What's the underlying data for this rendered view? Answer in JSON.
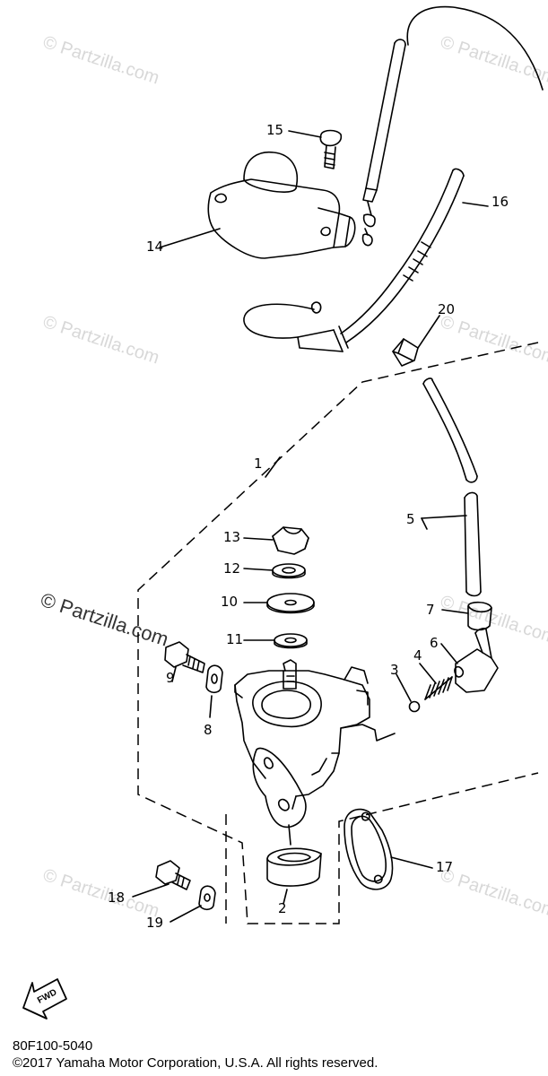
{
  "watermark": {
    "text_small": "© Partzilla.com",
    "text_big": "© Partzilla.com"
  },
  "callouts": {
    "c1": "1",
    "c2": "2",
    "c3": "3",
    "c4": "4",
    "c5": "5",
    "c6": "6",
    "c7": "7",
    "c8": "8",
    "c9": "9",
    "c10": "10",
    "c11": "11",
    "c12": "12",
    "c13": "13",
    "c14": "14",
    "c15": "15",
    "c16": "16",
    "c17": "17",
    "c18": "18",
    "c19": "19",
    "c20": "20"
  },
  "fwd_label": "FWD",
  "footer": {
    "code": "80F100-5040",
    "copyright": "©2017 Yamaha Motor Corporation, U.S.A. All rights reserved."
  },
  "colors": {
    "line": "#000000",
    "watermark": "#d8d8d8",
    "background": "#ffffff"
  }
}
